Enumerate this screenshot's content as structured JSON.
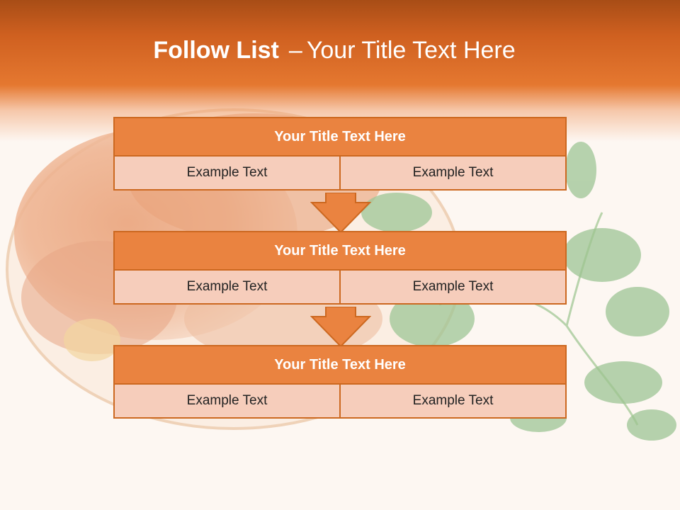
{
  "title": {
    "main": "Follow List",
    "separator": "–",
    "sub": "Your Title Text Here"
  },
  "blocks": [
    {
      "title": "Your Title Text Here",
      "cells": [
        "Example Text",
        "Example Text"
      ]
    },
    {
      "title": "Your Title Text Here",
      "cells": [
        "Example Text",
        "Example Text"
      ]
    },
    {
      "title": "Your Title Text Here",
      "cells": [
        "Example Text",
        "Example Text"
      ]
    }
  ],
  "colors": {
    "header": "#e57830",
    "title_box": "#ea8340",
    "cell": "#f6cdbb",
    "border": "#cc6820"
  }
}
